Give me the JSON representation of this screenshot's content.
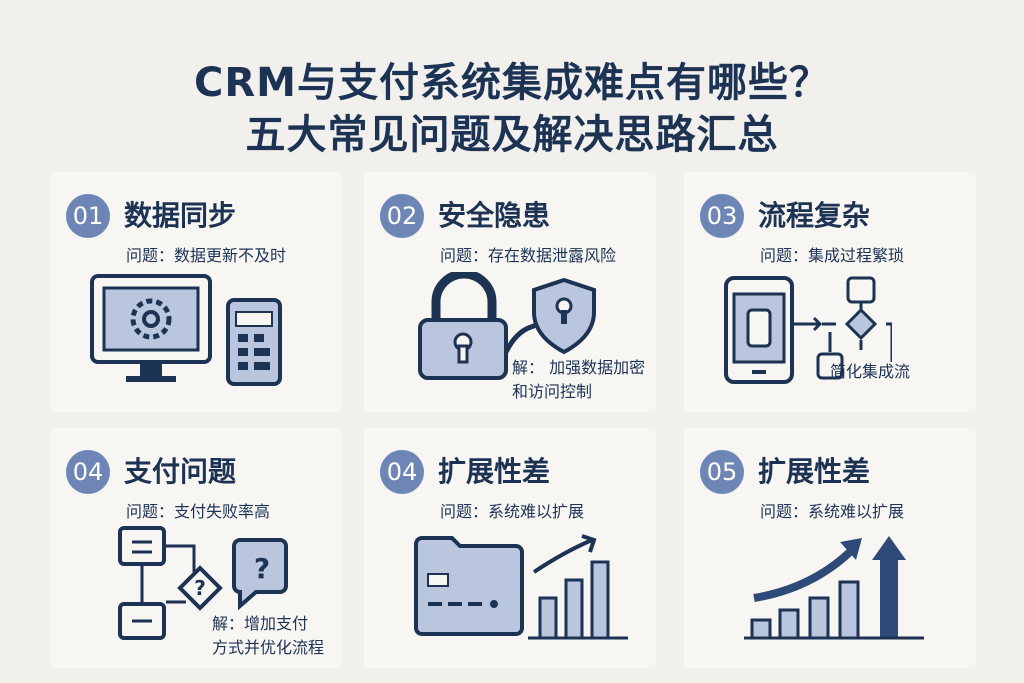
{
  "title": {
    "line1": "CRM与支付系统集成难点有哪些？",
    "line2": "五大常见问题及解决思路汇总"
  },
  "colors": {
    "primary": "#1d3354",
    "accent": "#6d86b5",
    "fill": "#b9c6dd",
    "background": "#f1f0ed"
  },
  "cards": [
    {
      "num": "01",
      "heading": "数据同步",
      "problem": "问题：数据更新不及时",
      "icon": "monitor-gear-calculator-icon"
    },
    {
      "num": "02",
      "heading": "安全隐患",
      "problem": "问题：存在数据泄露风险",
      "solution1": "解：  加强数据加密",
      "solution2": "和访问控制",
      "icon": "lock-chain-shield-icon"
    },
    {
      "num": "03",
      "heading": "流程复杂",
      "problem": "问题：集成过程繁琐",
      "solution1": "简化集成流",
      "icon": "phone-flowchart-icon"
    },
    {
      "num": "04",
      "heading": "支付问题",
      "problem": "问题：支付失败率高",
      "solution1": "解：增加支付",
      "solution2": "方式并优化流程",
      "icon": "flowchart-question-icon"
    },
    {
      "num": "04",
      "heading": "扩展性差",
      "problem": "问题：系统难以扩展",
      "icon": "card-growth-chart-icon"
    },
    {
      "num": "05",
      "heading": "扩展性差",
      "problem": "问题：系统难以扩展",
      "icon": "growth-bars-arrow-icon"
    }
  ]
}
